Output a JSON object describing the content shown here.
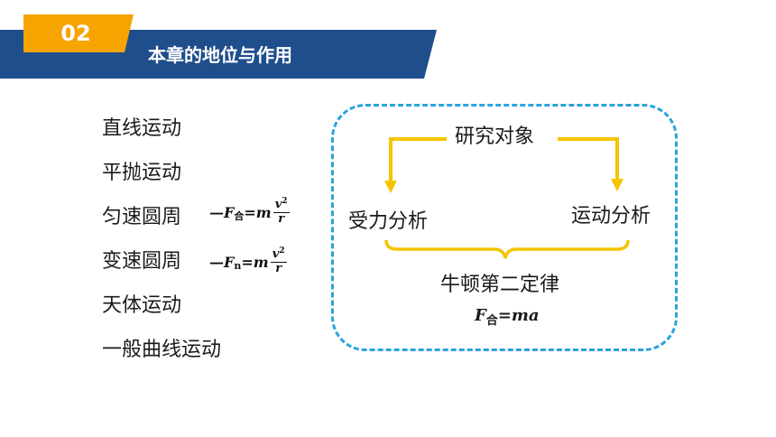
{
  "header": {
    "section_number": "02",
    "title": "本章的地位与作用"
  },
  "motion_list": [
    "直线运动",
    "平抛运动",
    "匀速圆周",
    "变速圆周",
    "天体运动",
    "一般曲线运动"
  ],
  "formulas": {
    "uniform_circular": {
      "prefix": "—F",
      "subscript": "合",
      "eq": "=m",
      "numerator": "v",
      "power": "2",
      "denominator": "r"
    },
    "variable_circular": {
      "prefix": "—F",
      "subscript": "n",
      "eq": "=m",
      "numerator": "v",
      "power": "2",
      "denominator": "r"
    }
  },
  "diagram": {
    "top_label": "研究对象",
    "left_label": "受力分析",
    "right_label": "运动分析",
    "law_label": "牛顿第二定律",
    "law_formula": {
      "prefix": "F",
      "subscript": "合",
      "rest": "=ma"
    }
  },
  "colors": {
    "banner_blue": "#1f4e8c",
    "badge_orange": "#f5a400",
    "arrow_yellow": "#f5c400",
    "dash_blue": "#2aa3dd"
  }
}
